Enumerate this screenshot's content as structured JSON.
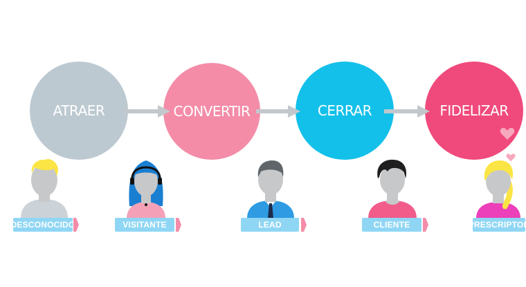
{
  "stages": [
    {
      "label": "ATRAER",
      "color": "#bdc9d1"
    },
    {
      "label": "CONVERTIR",
      "color": "#f48ca8"
    },
    {
      "label": "CERRAR",
      "color": "#13c0ea"
    },
    {
      "label": "FIDELIZAR",
      "color": "#f04a7c"
    }
  ],
  "people": [
    {
      "label": "DESCONOCIDO",
      "hair": "#fbe545",
      "shirt": "#cbd2d8",
      "icon": "unknown-person-icon"
    },
    {
      "label": "VISITANTE",
      "hair": "#1a7fd1",
      "shirt": "#f4a1b8",
      "icon": "visitor-person-icon"
    },
    {
      "label": "LEAD",
      "hair": "#5f6569",
      "shirt": "#2e9be3",
      "icon": "lead-person-icon"
    },
    {
      "label": "CLIENTE",
      "hair": "#1f1f1f",
      "shirt": "#f15c8a",
      "icon": "client-person-icon"
    },
    {
      "label": "PRESCRIPTOR",
      "hair": "#fbe545",
      "shirt": "#ec3fba",
      "icon": "prescriptor-person-icon"
    }
  ],
  "colors": {
    "arrow": "#c3c8cc",
    "label_bg": "#8fd6f4",
    "pin": "#f48ca8",
    "face": "#c7c8ca",
    "heart": "#f7a8bd"
  }
}
